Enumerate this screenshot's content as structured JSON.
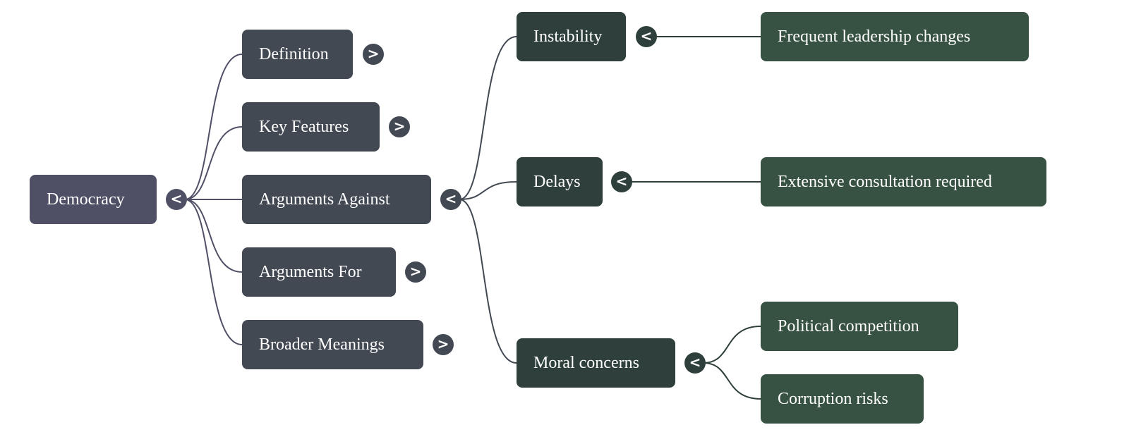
{
  "mindmap": {
    "root": {
      "id": "democracy",
      "label": "Democracy",
      "toggle": "<",
      "expanded": true
    },
    "branches": [
      {
        "id": "definition",
        "label": "Definition",
        "toggle": ">",
        "expanded": false
      },
      {
        "id": "key-features",
        "label": "Key Features",
        "toggle": ">",
        "expanded": false
      },
      {
        "id": "arguments-against",
        "label": "Arguments Against",
        "toggle": "<",
        "expanded": true,
        "children": [
          {
            "id": "instability",
            "label": "Instability",
            "toggle": "<",
            "expanded": true,
            "children": [
              {
                "id": "frequent-leadership-changes",
                "label": "Frequent leadership changes"
              }
            ]
          },
          {
            "id": "delays",
            "label": "Delays",
            "toggle": "<",
            "expanded": true,
            "children": [
              {
                "id": "extensive-consultation-required",
                "label": "Extensive consultation required"
              }
            ]
          },
          {
            "id": "moral-concerns",
            "label": "Moral concerns",
            "toggle": "<",
            "expanded": true,
            "children": [
              {
                "id": "political-competition",
                "label": "Political competition"
              },
              {
                "id": "corruption-risks",
                "label": "Corruption risks"
              }
            ]
          }
        ]
      },
      {
        "id": "arguments-for",
        "label": "Arguments For",
        "toggle": ">",
        "expanded": false
      },
      {
        "id": "broader-meanings",
        "label": "Broader Meanings",
        "toggle": ">",
        "expanded": false
      }
    ],
    "colors": {
      "root": "#4f5066",
      "level1": "#424953",
      "level2": "#2f403c",
      "level3": "#375242",
      "edge_level1": "#4f5066",
      "edge_level2": "#424953",
      "edge_level3": "#2f403c"
    }
  }
}
